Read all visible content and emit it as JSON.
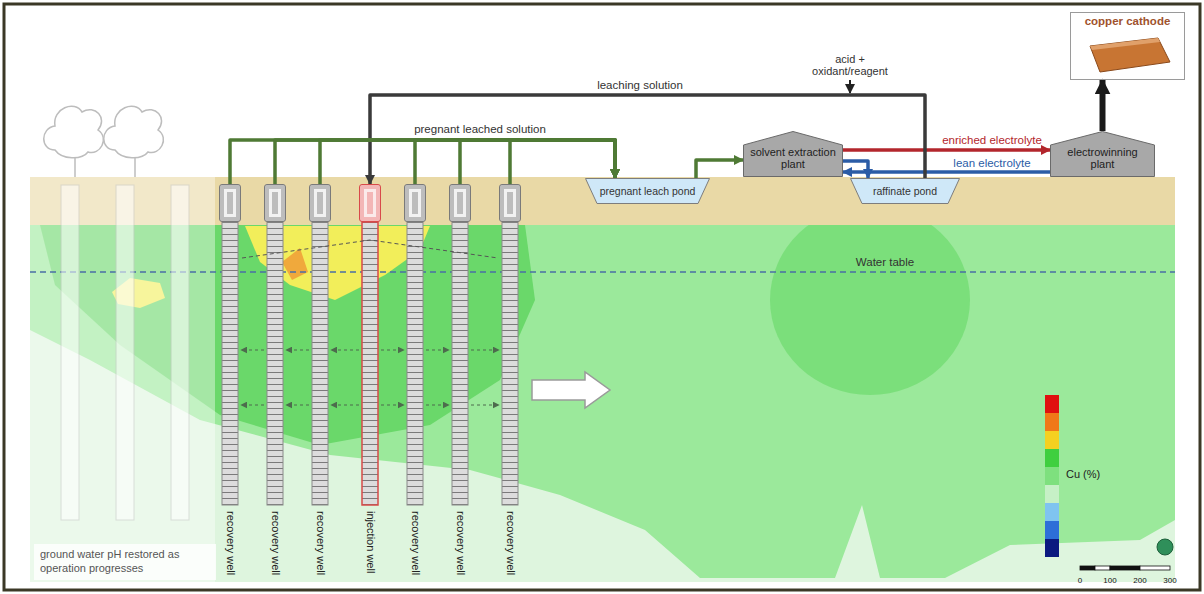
{
  "diagram": {
    "nodes": [
      {
        "text": [
          "copper cathode"
        ]
      },
      {
        "text": [
          "solvent extraction plant"
        ]
      },
      {
        "text": [
          "electrowinning plant"
        ]
      },
      {
        "text": [
          "pregnant leach pond"
        ]
      },
      {
        "text": [
          "raffinate pond"
        ]
      },
      {
        "text": [
          "recovery well"
        ]
      },
      {
        "text": [
          "recovery well"
        ]
      },
      {
        "text": [
          "recovery well"
        ]
      },
      {
        "text": [
          "injection well"
        ]
      },
      {
        "text": [
          "recovery well"
        ]
      },
      {
        "text": [
          "recovery well"
        ]
      },
      {
        "text": [
          "recovery well"
        ]
      },
      {
        "text": [
          "ground water pH restored as operation progresses"
        ]
      }
    ],
    "edges": [
      {
        "from": 2,
        "to": 0,
        "arrow": "to"
      },
      {
        "from": 3,
        "to": 1,
        "arrow": "to"
      },
      {
        "from": 1,
        "to": 2,
        "label": "enriched electrolyte",
        "arrow": "to"
      },
      {
        "from": 2,
        "to": 1,
        "label": "lean electrolyte",
        "arrow": "to"
      },
      {
        "from": 1,
        "to": 4,
        "arrow": "to"
      },
      {
        "from": 4,
        "to": 8,
        "label": "leaching solution",
        "arrow": "to"
      },
      {
        "from": 5,
        "to": 3,
        "label": "pregnant leached solution",
        "arrow": "to"
      },
      {
        "from": 6,
        "to": 3,
        "arrow": "to"
      },
      {
        "from": 7,
        "to": 3,
        "arrow": "to"
      },
      {
        "from": 9,
        "to": 3,
        "arrow": "to"
      },
      {
        "from": 10,
        "to": 3,
        "arrow": "to"
      },
      {
        "from": 11,
        "to": 3,
        "arrow": "to"
      }
    ],
    "labels": [
      "acid + oxidant/reagent",
      "Water table",
      "0",
      "100",
      "200",
      "300"
    ],
    "legend": [
      {
        "text": "Cu (%)"
      }
    ]
  }
}
